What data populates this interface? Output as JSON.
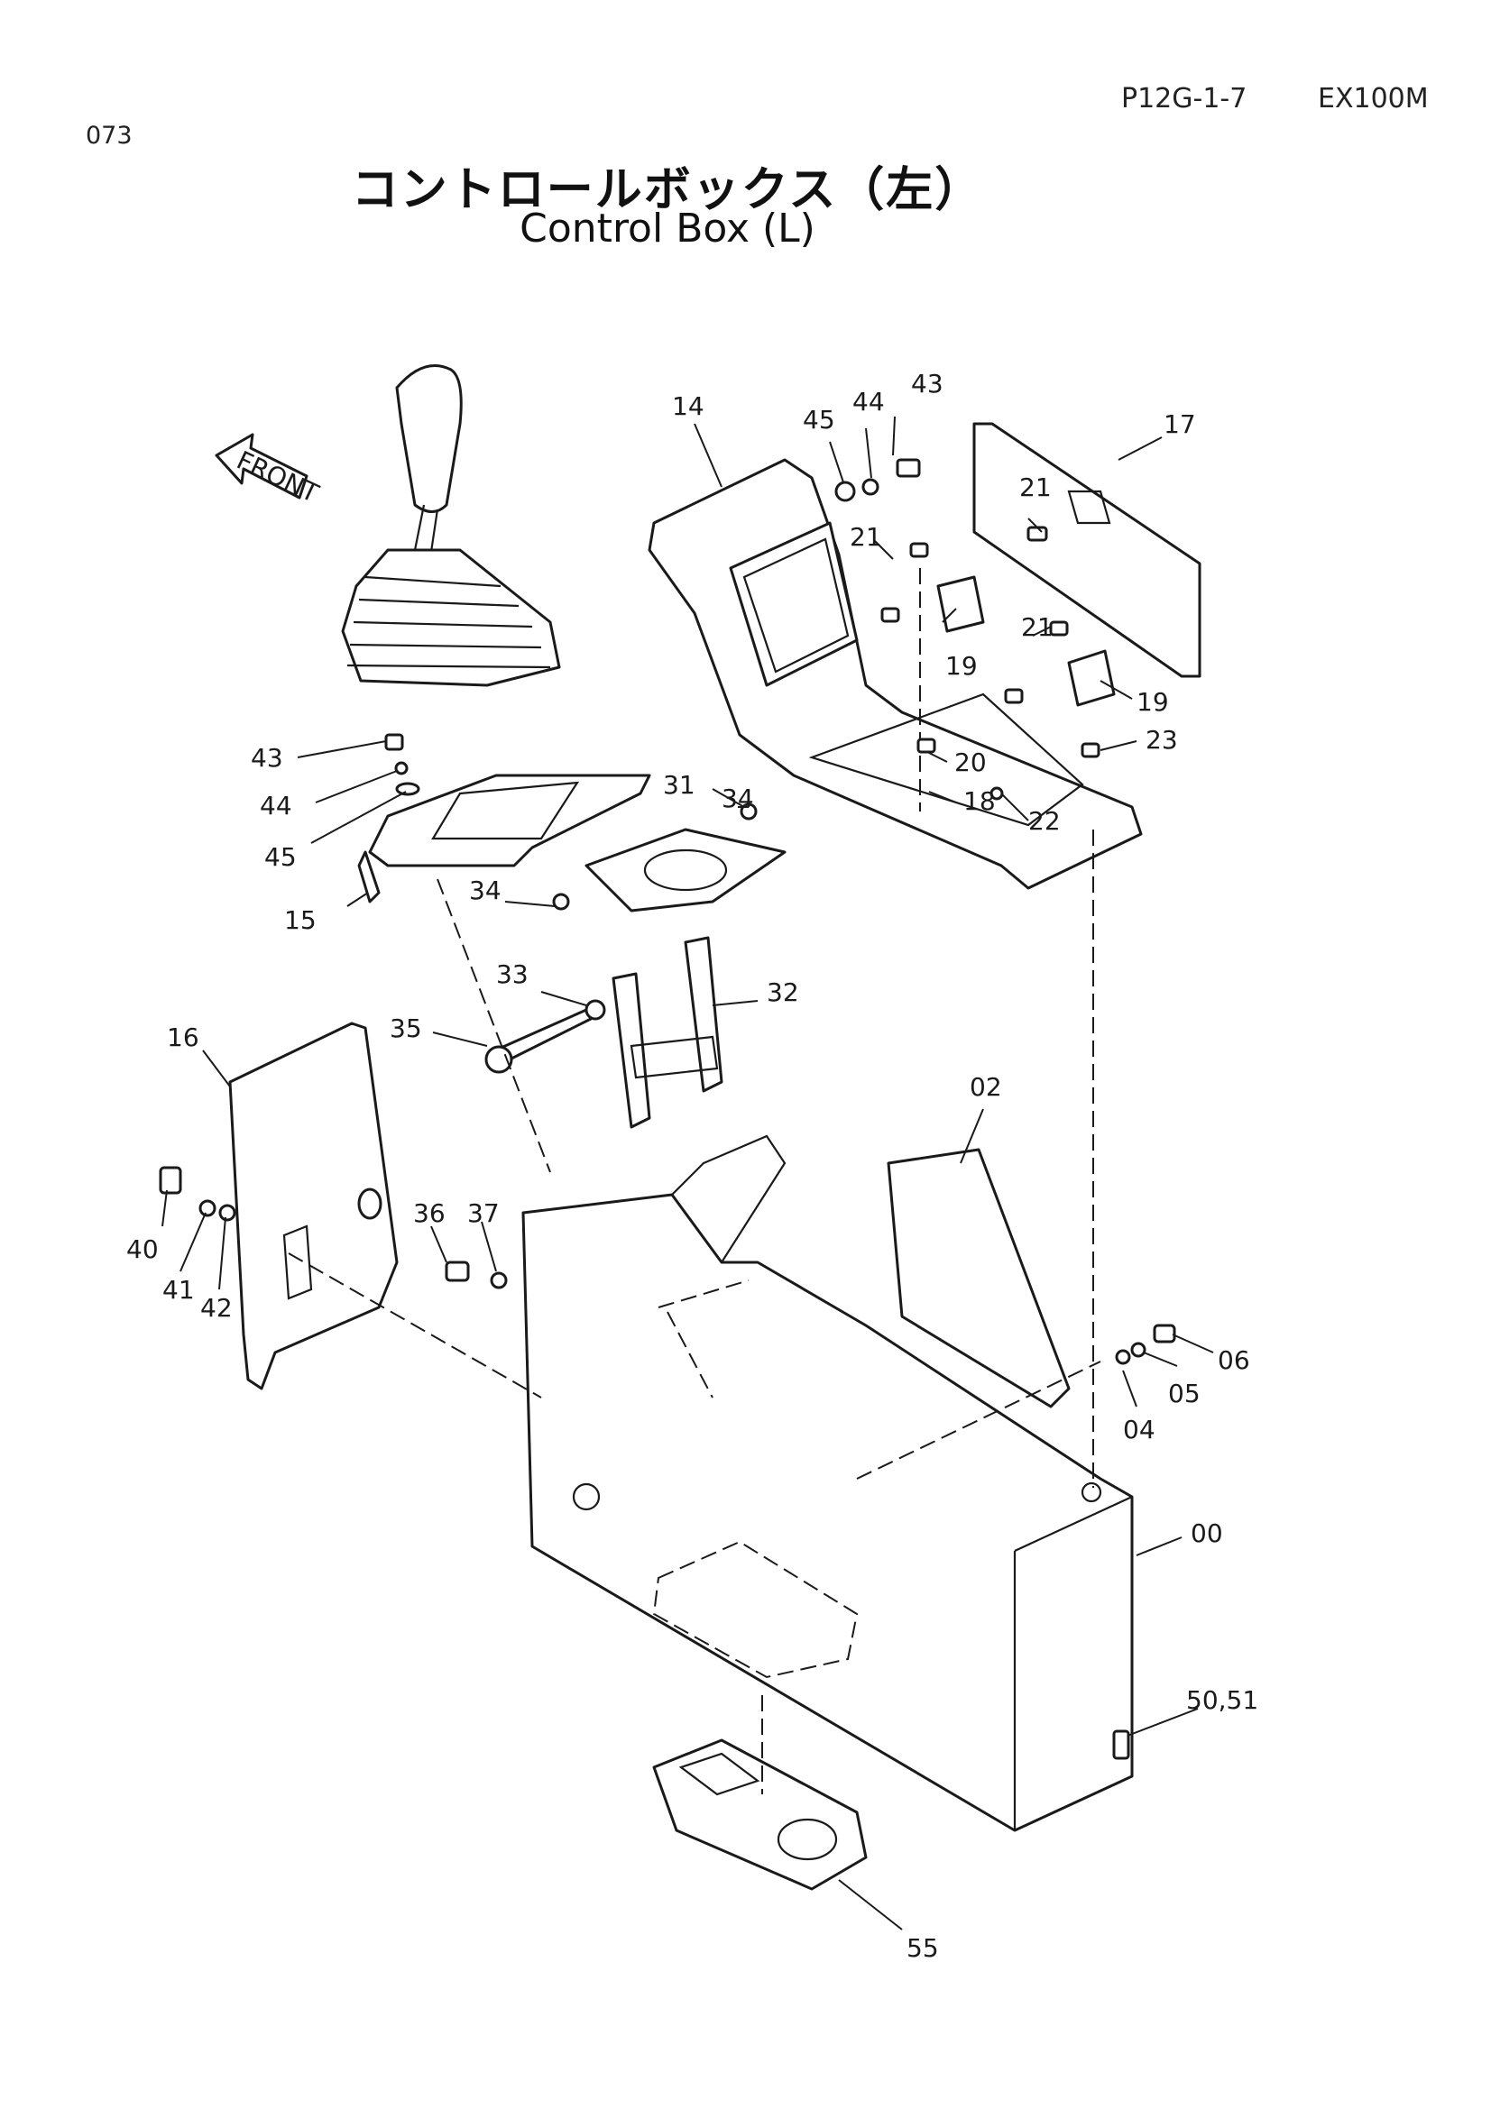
{
  "header": {
    "page_code": "P12G-1-7",
    "model": "EX100M",
    "page_number": "073"
  },
  "title": {
    "japanese": "コントロールボックス（左）",
    "english": "Control Box (L)"
  },
  "front_marker": "FRONT",
  "callouts": [
    "00",
    "02",
    "04",
    "05",
    "06",
    "14",
    "15",
    "16",
    "17",
    "18",
    "19",
    "19",
    "20",
    "21",
    "21",
    "21",
    "22",
    "23",
    "31",
    "32",
    "33",
    "34",
    "34",
    "35",
    "36",
    "37",
    "40",
    "41",
    "42",
    "43",
    "43",
    "44",
    "44",
    "45",
    "45",
    "50,51",
    "55"
  ]
}
